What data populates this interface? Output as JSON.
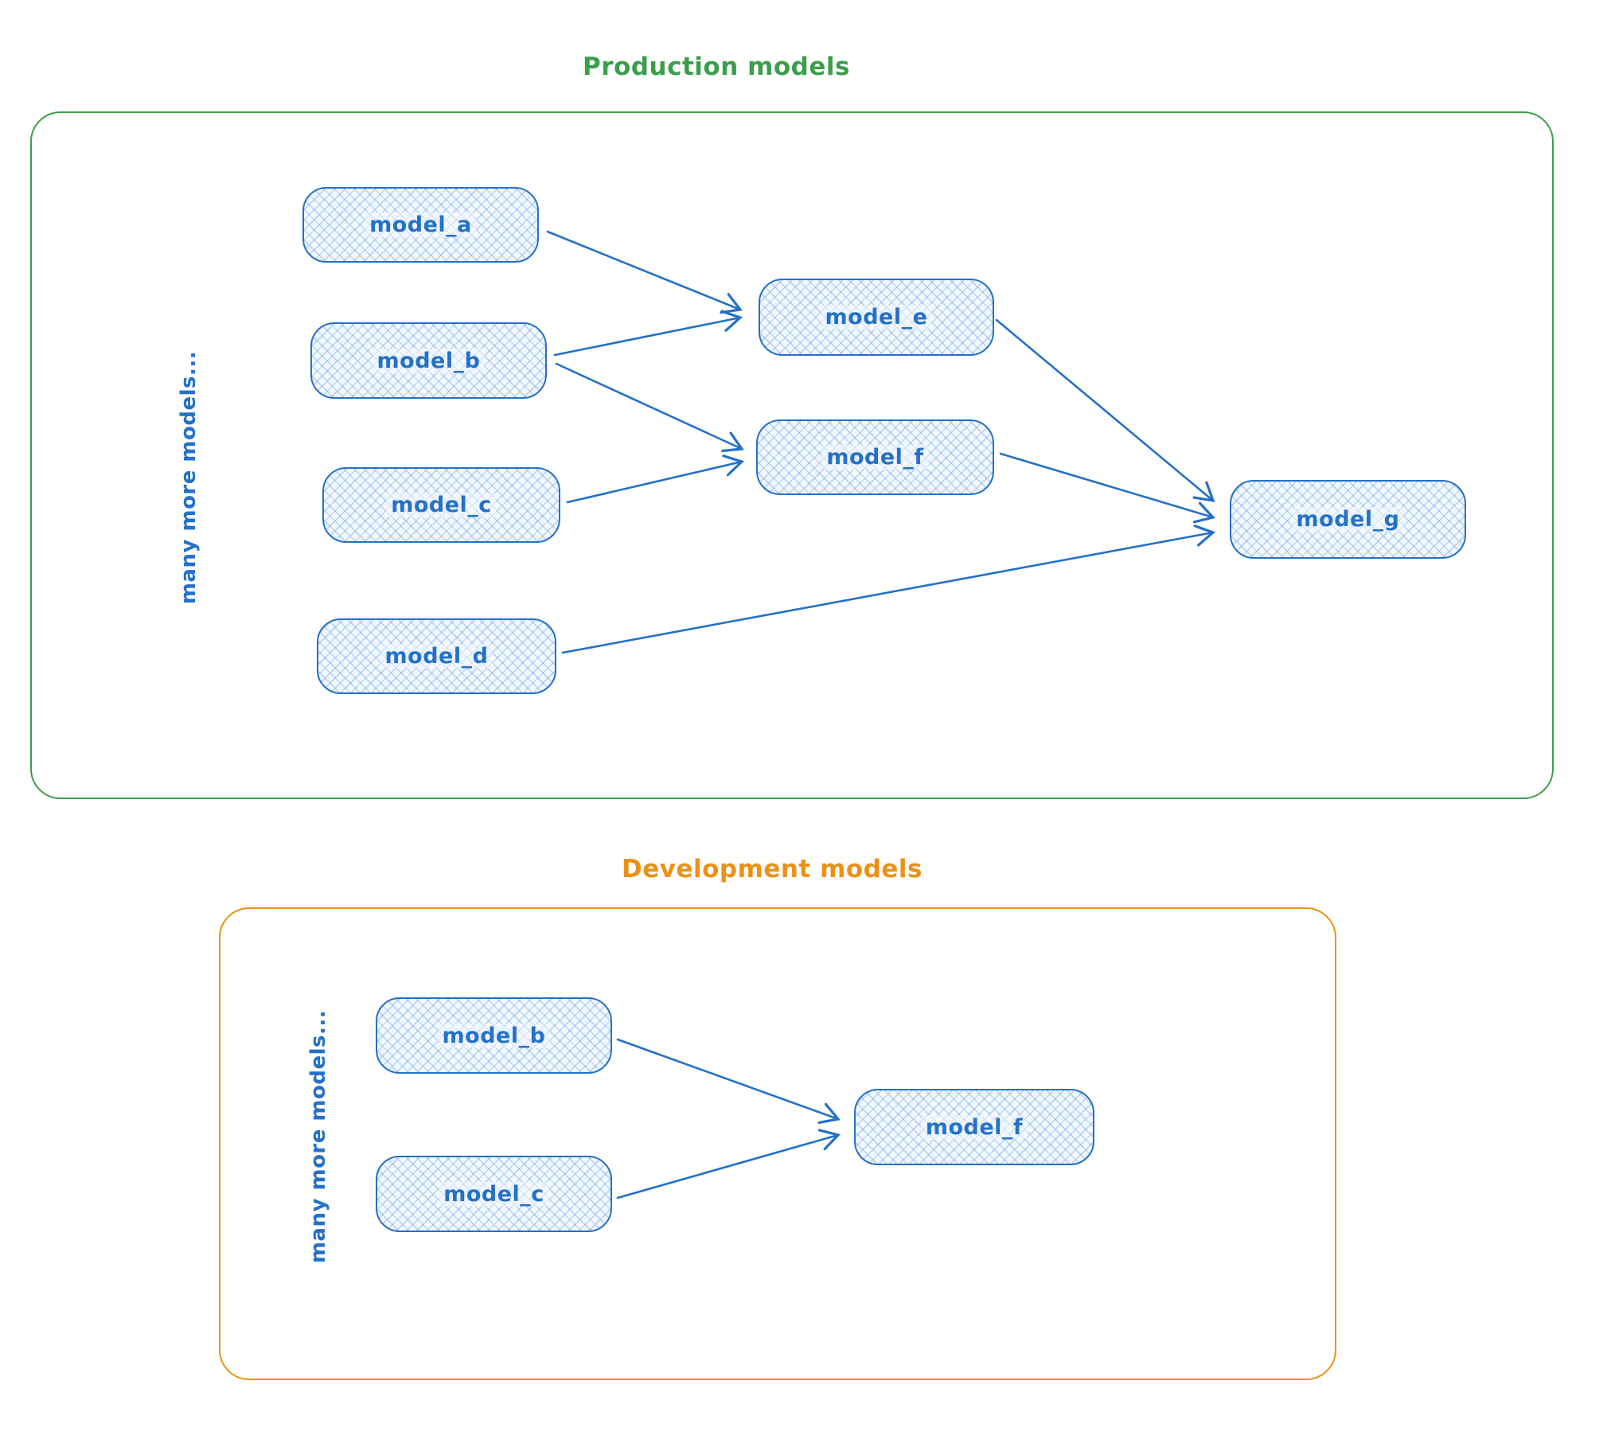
{
  "production": {
    "title": "Production models",
    "side_label": "many more models...",
    "nodes": [
      {
        "id": "model_a",
        "label": "model_a"
      },
      {
        "id": "model_b",
        "label": "model_b"
      },
      {
        "id": "model_c",
        "label": "model_c"
      },
      {
        "id": "model_d",
        "label": "model_d"
      },
      {
        "id": "model_e",
        "label": "model_e"
      },
      {
        "id": "model_f",
        "label": "model_f"
      },
      {
        "id": "model_g",
        "label": "model_g"
      }
    ],
    "edges": [
      {
        "from": "model_a",
        "to": "model_e"
      },
      {
        "from": "model_b",
        "to": "model_e"
      },
      {
        "from": "model_b",
        "to": "model_f"
      },
      {
        "from": "model_c",
        "to": "model_f"
      },
      {
        "from": "model_e",
        "to": "model_g"
      },
      {
        "from": "model_f",
        "to": "model_g"
      },
      {
        "from": "model_d",
        "to": "model_g"
      }
    ]
  },
  "development": {
    "title": "Development models",
    "side_label": "many more models...",
    "nodes": [
      {
        "id": "model_b",
        "label": "model_b"
      },
      {
        "id": "model_c",
        "label": "model_c"
      },
      {
        "id": "model_f",
        "label": "model_f"
      }
    ],
    "edges": [
      {
        "from": "model_b",
        "to": "model_f"
      },
      {
        "from": "model_c",
        "to": "model_f"
      }
    ]
  },
  "colors": {
    "production_border": "#3b9e4a",
    "production_title": "#3b9e4a",
    "development_border": "#ec9116",
    "development_title": "#ec9116",
    "node_stroke": "#2471c8",
    "node_fill": "#f3f8fe",
    "node_hatch": "#9ec4ee",
    "arrow": "#2471c8"
  }
}
